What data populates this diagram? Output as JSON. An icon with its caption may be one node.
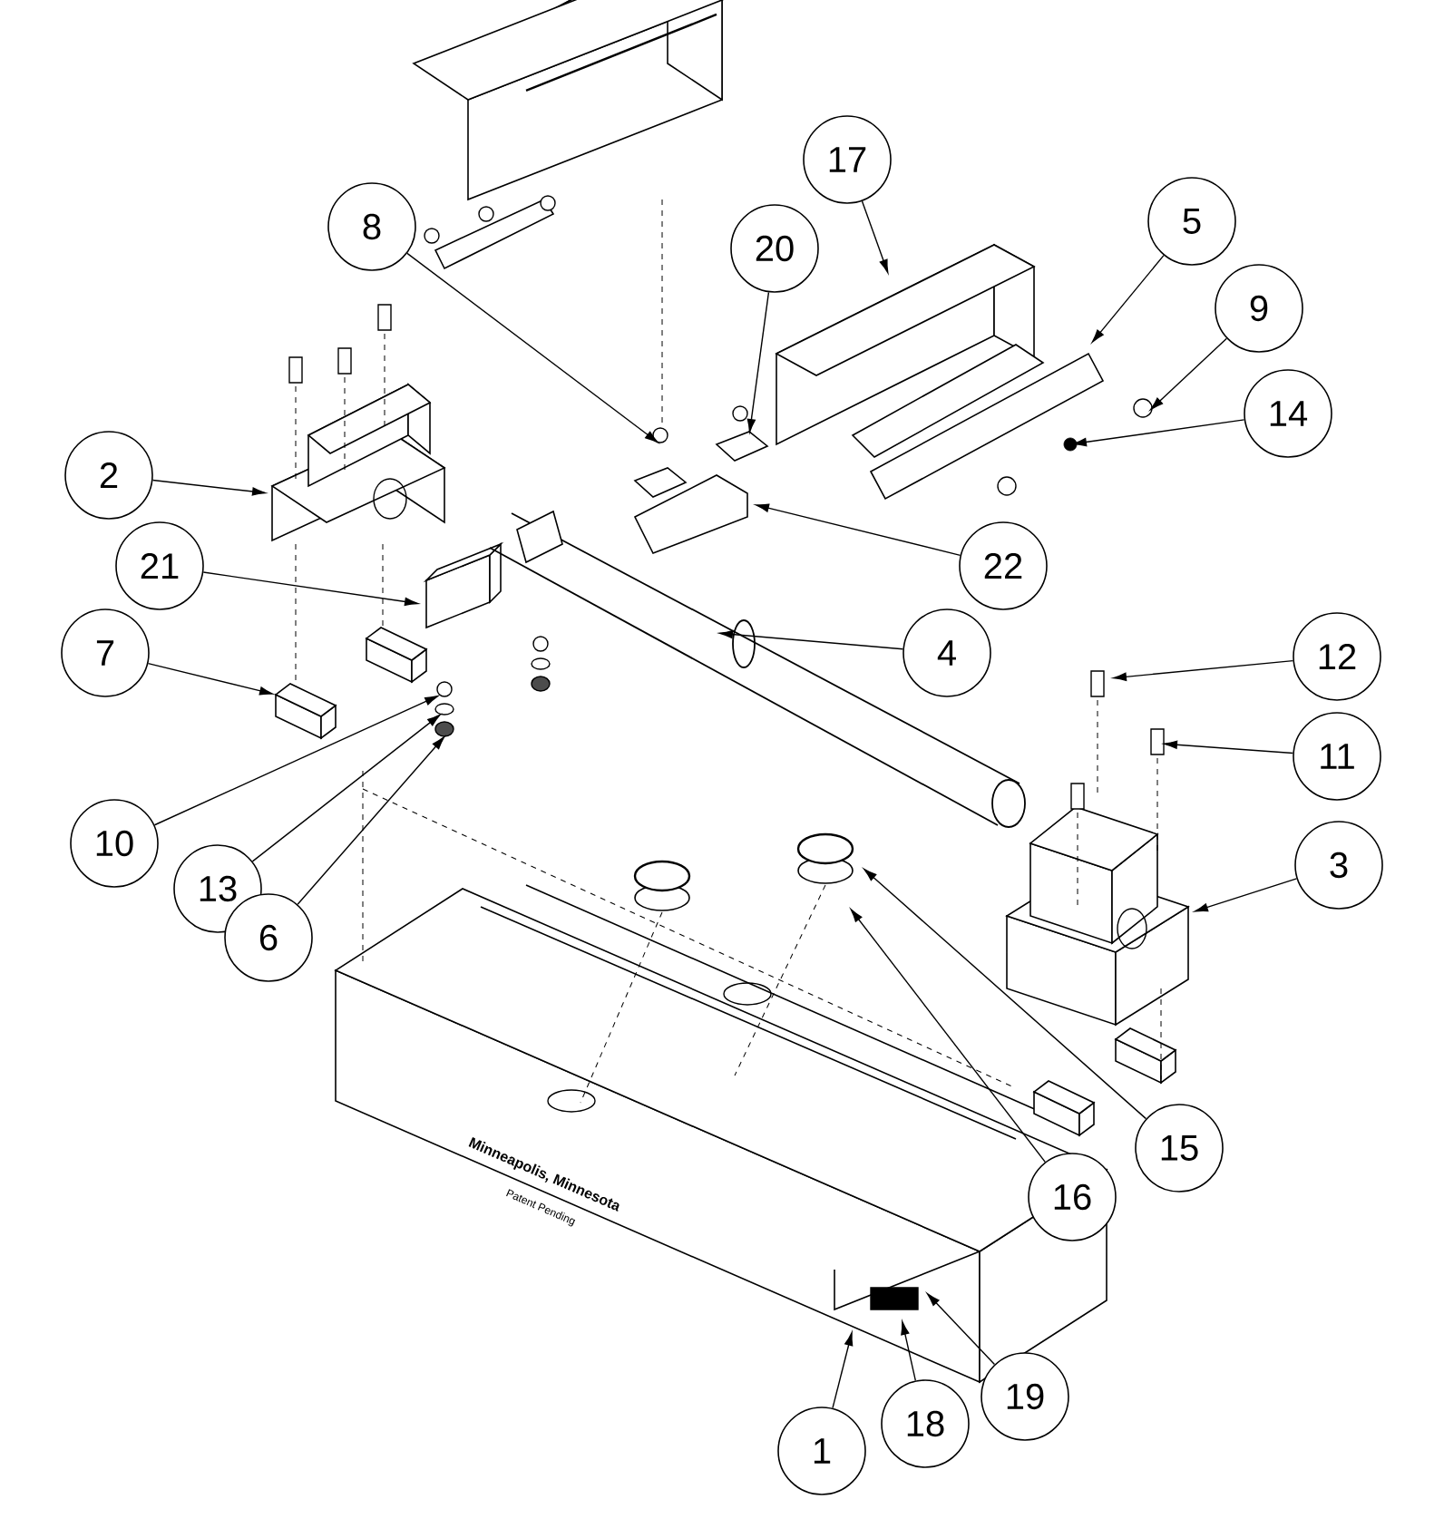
{
  "diagram": {
    "nodes": [
      {
        "text": [
          "8"
        ]
      },
      {
        "text": [
          "17"
        ]
      },
      {
        "text": [
          "20"
        ]
      },
      {
        "text": [
          "5"
        ]
      },
      {
        "text": [
          "9"
        ]
      },
      {
        "text": [
          "14"
        ]
      },
      {
        "text": [
          "2"
        ]
      },
      {
        "text": [
          "22"
        ]
      },
      {
        "text": [
          "21"
        ]
      },
      {
        "text": [
          "4"
        ]
      },
      {
        "text": [
          "7"
        ]
      },
      {
        "text": [
          "12"
        ]
      },
      {
        "text": [
          "11"
        ]
      },
      {
        "text": [
          "10"
        ]
      },
      {
        "text": [
          "3"
        ]
      },
      {
        "text": [
          "13"
        ]
      },
      {
        "text": [
          "6"
        ]
      },
      {
        "text": [
          "15"
        ]
      },
      {
        "text": [
          "16"
        ]
      },
      {
        "text": [
          "19"
        ]
      },
      {
        "text": [
          "18"
        ]
      },
      {
        "text": [
          "1"
        ]
      }
    ],
    "edges": [
      {
        "from": 0,
        "to": null,
        "arrow": "to"
      },
      {
        "from": 1,
        "to": null,
        "arrow": "to"
      },
      {
        "from": 2,
        "to": null,
        "arrow": "to"
      },
      {
        "from": 3,
        "to": null,
        "arrow": "to"
      },
      {
        "from": 4,
        "to": null,
        "arrow": "to"
      },
      {
        "from": 5,
        "to": null,
        "arrow": "to"
      },
      {
        "from": 6,
        "to": null,
        "arrow": "to"
      },
      {
        "from": 7,
        "to": null,
        "arrow": "to"
      },
      {
        "from": 8,
        "to": null,
        "arrow": "to"
      },
      {
        "from": 9,
        "to": null,
        "arrow": "to"
      },
      {
        "from": 10,
        "to": null,
        "arrow": "to"
      },
      {
        "from": 11,
        "to": null,
        "arrow": "to"
      },
      {
        "from": 12,
        "to": null,
        "arrow": "to"
      },
      {
        "from": 13,
        "to": null,
        "arrow": "to"
      },
      {
        "from": 14,
        "to": null,
        "arrow": "to"
      },
      {
        "from": 15,
        "to": null,
        "arrow": "to"
      },
      {
        "from": 16,
        "to": null,
        "arrow": "to"
      },
      {
        "from": 17,
        "to": null,
        "arrow": "to"
      },
      {
        "from": 18,
        "to": null,
        "arrow": "to"
      },
      {
        "from": 19,
        "to": null,
        "arrow": "to"
      },
      {
        "from": 20,
        "to": null,
        "arrow": "to"
      },
      {
        "from": 21,
        "to": null,
        "arrow": "to"
      }
    ],
    "labels": [
      "Minneapolis, Minnesota",
      "Patent Pending"
    ]
  }
}
